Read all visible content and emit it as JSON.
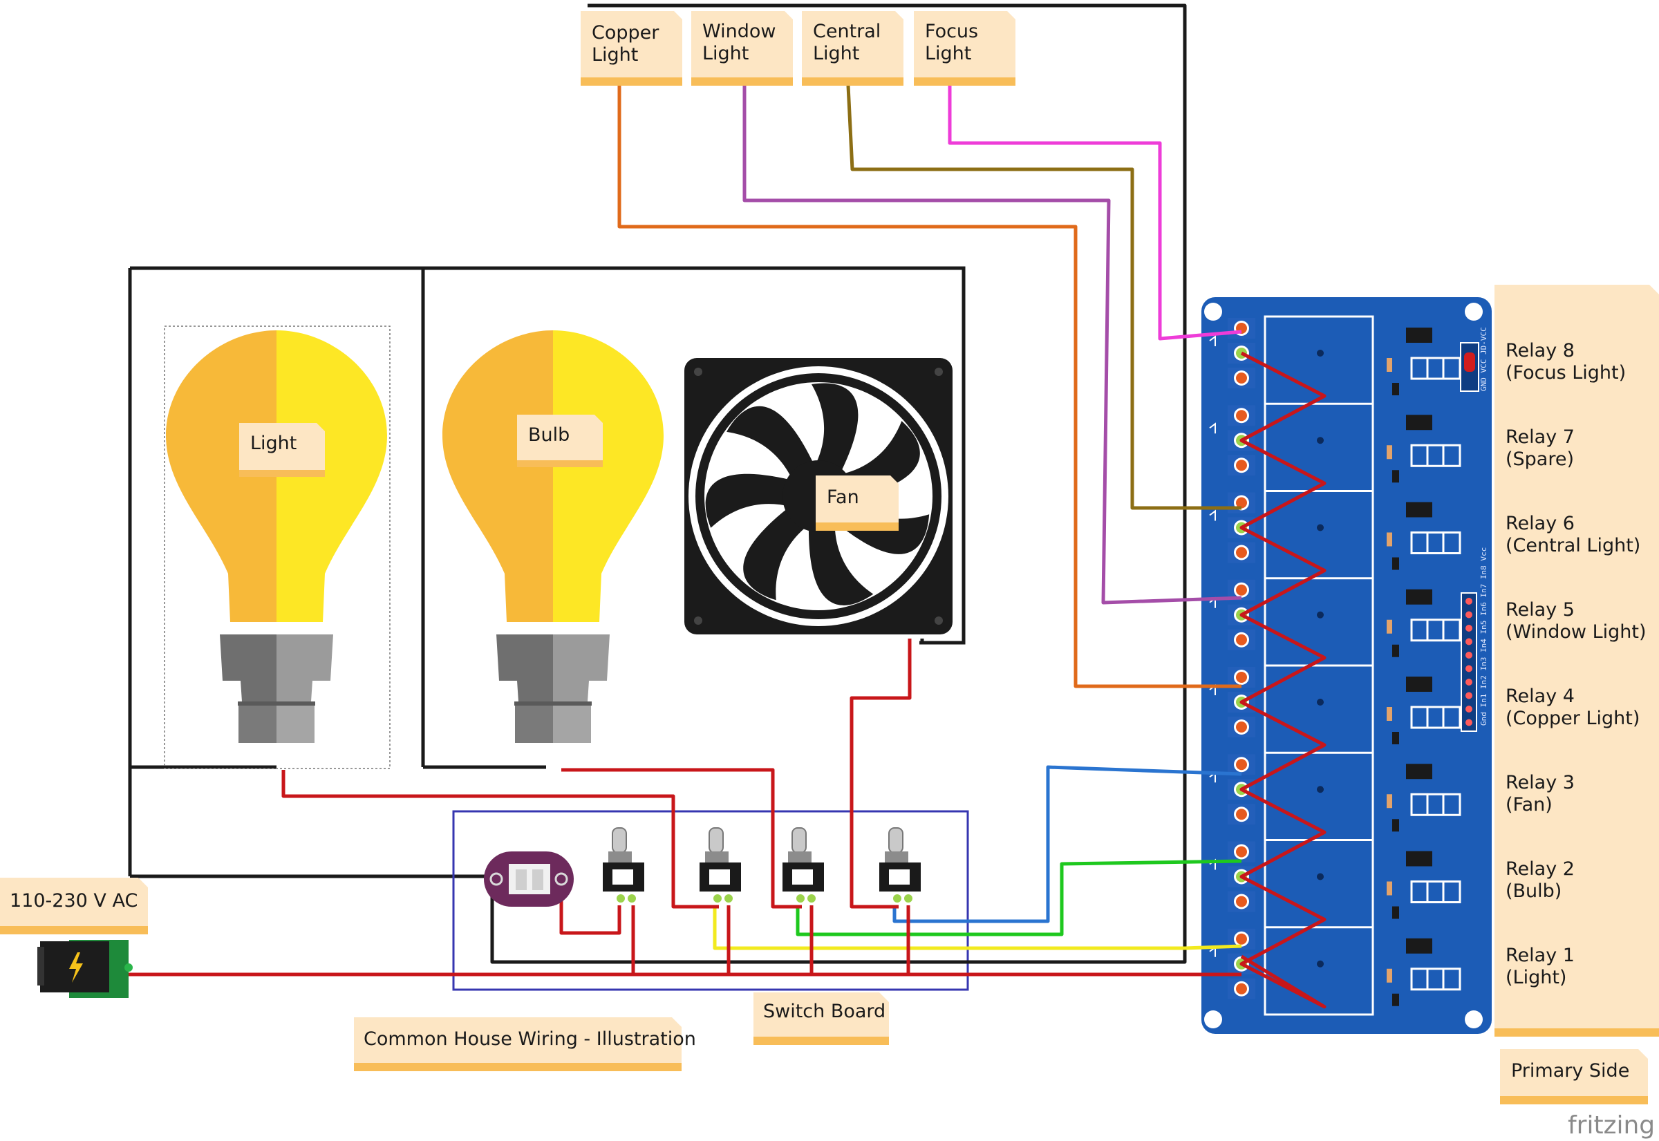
{
  "notes": {
    "copper": [
      "Copper",
      "Light"
    ],
    "window": [
      "Window",
      "Light"
    ],
    "central": [
      "Central",
      "Light"
    ],
    "focus": [
      "Focus",
      "Light"
    ],
    "light": "Light",
    "bulb": "Bulb",
    "fan": "Fan",
    "power": "110-230 V AC",
    "switchboard": "Switch Board",
    "caption": "Common House Wiring - Illustration",
    "primary": "Primary Side"
  },
  "relays": [
    {
      "name": "Relay 8",
      "role": "(Focus Light)"
    },
    {
      "name": "Relay 7",
      "role": "(Spare)"
    },
    {
      "name": "Relay 6",
      "role": "(Central Light)"
    },
    {
      "name": "Relay 5",
      "role": "(Window Light)"
    },
    {
      "name": "Relay 4",
      "role": "(Copper Light)"
    },
    {
      "name": "Relay 3",
      "role": "(Fan)"
    },
    {
      "name": "Relay 2",
      "role": "(Bulb)"
    },
    {
      "name": "Relay 1",
      "role": "(Light)"
    }
  ],
  "board_labels": {
    "power_pins": "GND VCC JD-VCC",
    "input_pins": "Gnd In1 In2 In3 In4 In5 In6 In7 In8 Vcc"
  },
  "brand": "fritzing",
  "colors": {
    "relay_board": "#1c5cb6",
    "note": "#fde6c4",
    "note_fold": "#f8bd58",
    "wire_red": "#c8161a",
    "wire_black": "#1a1a1a",
    "wire_orange": "#e06a1a",
    "wire_purple": "#a44da8",
    "wire_olive": "#8c6e14",
    "wire_pink": "#ee3cd8",
    "wire_blue": "#2a74d0",
    "wire_green": "#1ec81e",
    "wire_yellow": "#f2ea1e"
  }
}
